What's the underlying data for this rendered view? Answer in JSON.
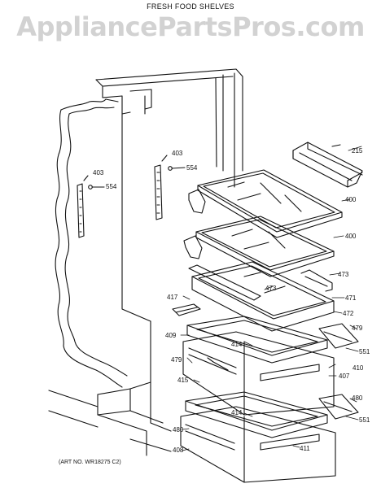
{
  "header": {
    "title": "FRESH FOOD SHELVES",
    "watermark": "AppliancePartsPros.com"
  },
  "footer": {
    "art_number": "(ART NO. WR18275 C2)"
  },
  "part_numbers": [
    "215",
    "400",
    "400",
    "403",
    "554",
    "403",
    "554",
    "473",
    "473",
    "417",
    "471",
    "472",
    "409",
    "479",
    "414",
    "551",
    "410",
    "479",
    "407",
    "415",
    "480",
    "414",
    "551",
    "480",
    "411",
    "408"
  ]
}
